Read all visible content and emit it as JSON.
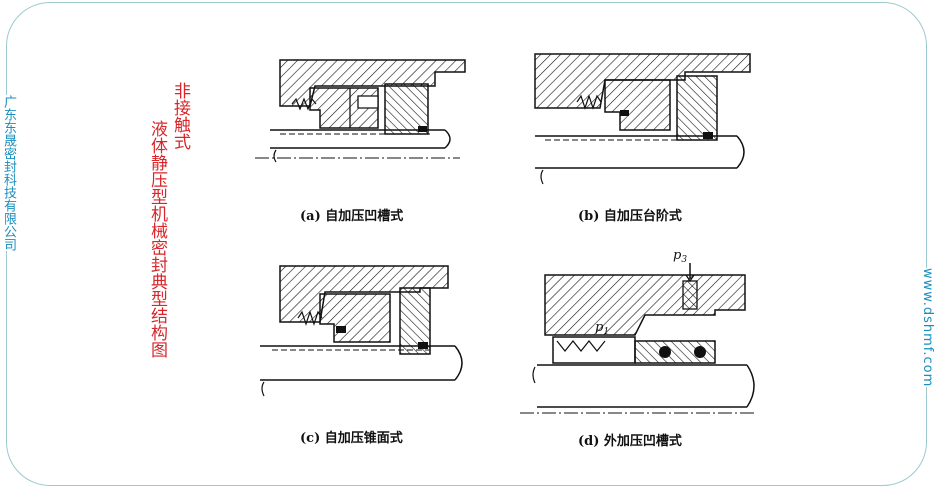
{
  "slide": {
    "side_text_left": "广东东晟密封科技有限公司",
    "side_text_right": "www.dshmf.com",
    "title_line1": "非接触式",
    "title_line2": "液体静压型机械密封典型结构图"
  },
  "figures": [
    {
      "id": "a",
      "caption": "(a) 自加压凹槽式"
    },
    {
      "id": "b",
      "caption": "(b) 自加压台阶式"
    },
    {
      "id": "c",
      "caption": "(c) 自加压锥面式"
    },
    {
      "id": "d",
      "caption": "(d) 外加压凹槽式",
      "labels": {
        "p_outer": "p",
        "p_outer_sub": "3",
        "p_inner": "p",
        "p_inner_sub": "1"
      }
    }
  ],
  "colors": {
    "frame": "#9cc9cf",
    "side_text": "#1a8fbf",
    "title": "#d9262b",
    "ink": "#111111"
  }
}
